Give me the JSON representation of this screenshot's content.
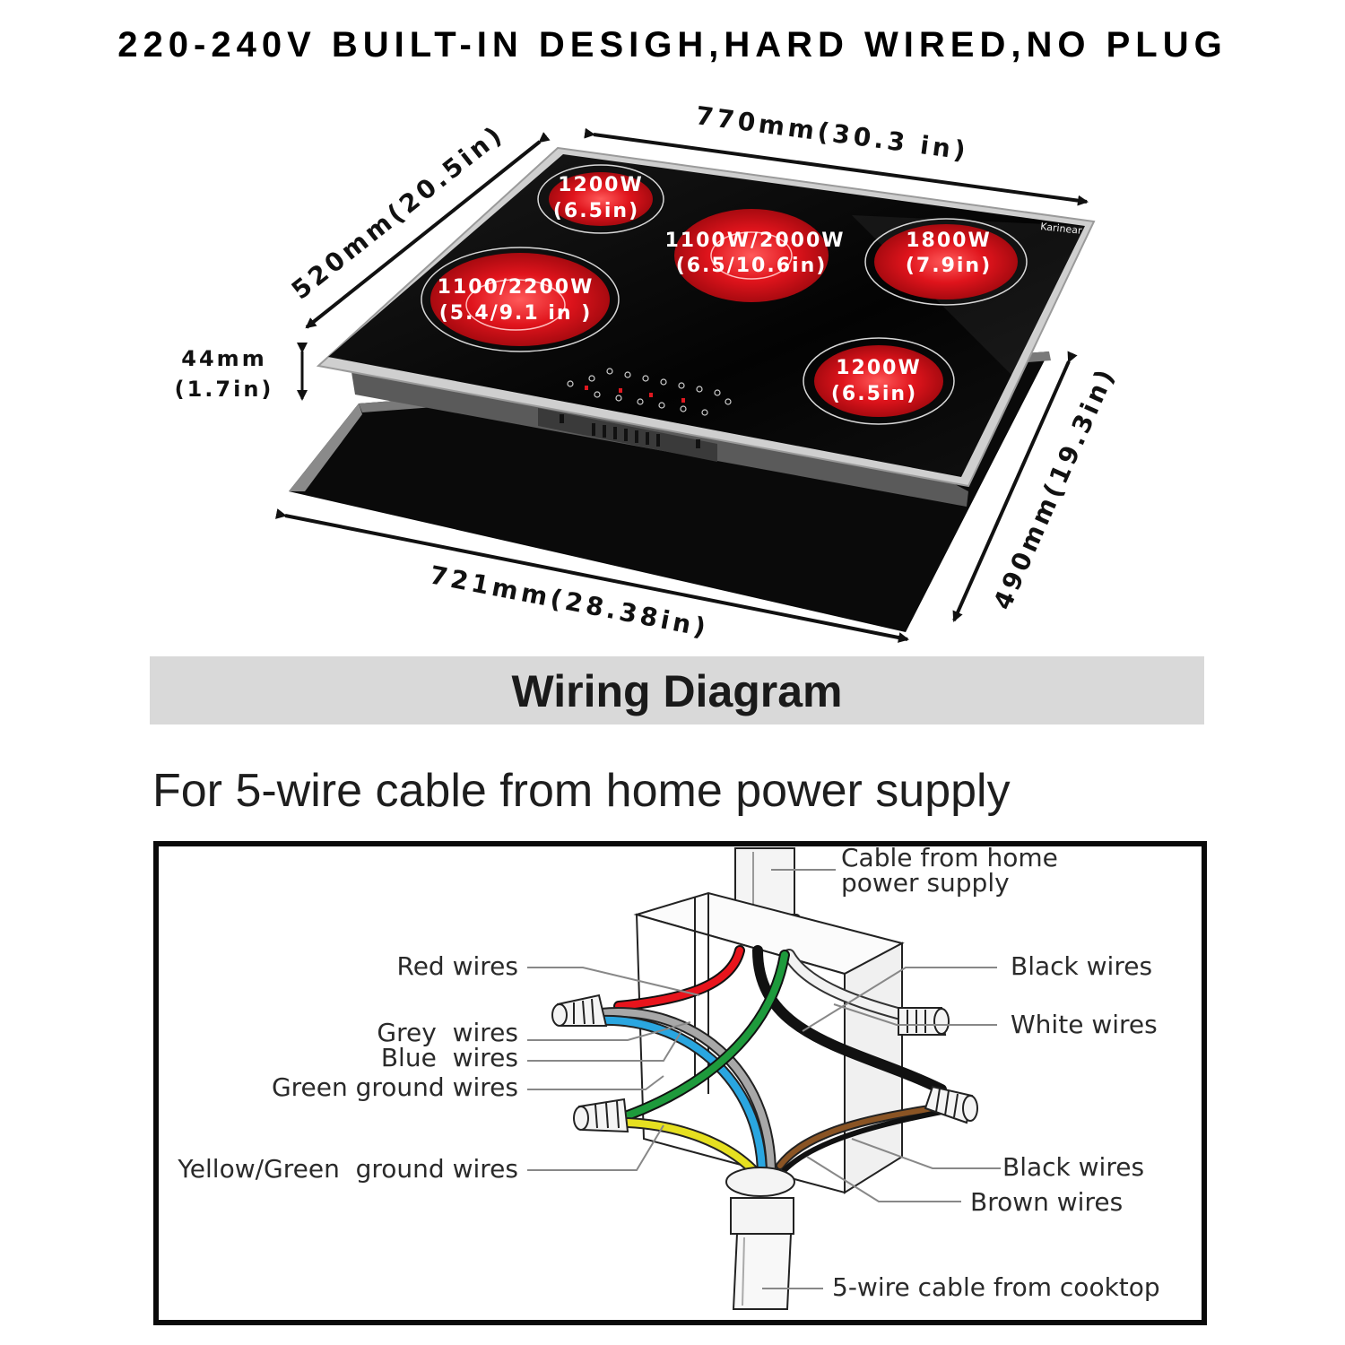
{
  "headline": "220-240V BUILT-IN DESIGH,HARD WIRED,NO PLUG",
  "cooktop": {
    "brand": "Karinear",
    "dimensions": {
      "top_width": "770mm(30.3 in)",
      "top_depth": "520mm(20.5in)",
      "height_mm": "44mm",
      "height_in": "(1.7in)",
      "cutout_width": "721mm(28.38in)",
      "cutout_depth": "490mm(19.3in)"
    },
    "burners": [
      {
        "power": "1200W",
        "size": "(6.5in)"
      },
      {
        "power": "1100W/2000W",
        "size": "(6.5/10.6in)"
      },
      {
        "power": "1800W",
        "size": "(7.9in)"
      },
      {
        "power": "1100/2200W",
        "size": "(5.4/9.1 in )"
      },
      {
        "power": "1200W",
        "size": "(6.5in)"
      }
    ],
    "colors": {
      "glass": "#050505",
      "coil": "#d8141c",
      "frame": "#c8c8c8"
    }
  },
  "wiring": {
    "title": "Wiring Diagram",
    "subtitle": "For 5-wire cable from home power supply",
    "labels": {
      "cable_home": [
        "Cable from home",
        "power supply"
      ],
      "red": "Red wires",
      "grey": "Grey  wires",
      "blue": "Blue  wires",
      "green": "Green ground wires",
      "yellow_green": "Yellow/Green  ground wires",
      "black_top": "Black wires",
      "white": "White wires",
      "black_bottom": "Black wires",
      "brown": "Brown wires",
      "cooktop_cable": "5-wire cable from cooktop"
    },
    "wire_colors": {
      "red": "#e8141c",
      "grey": "#a8a8a8",
      "blue": "#2aa6e0",
      "green": "#1e9a3c",
      "yellow": "#e6e020",
      "black": "#111111",
      "brown": "#8a5424",
      "white": "#e8e8e8"
    }
  }
}
